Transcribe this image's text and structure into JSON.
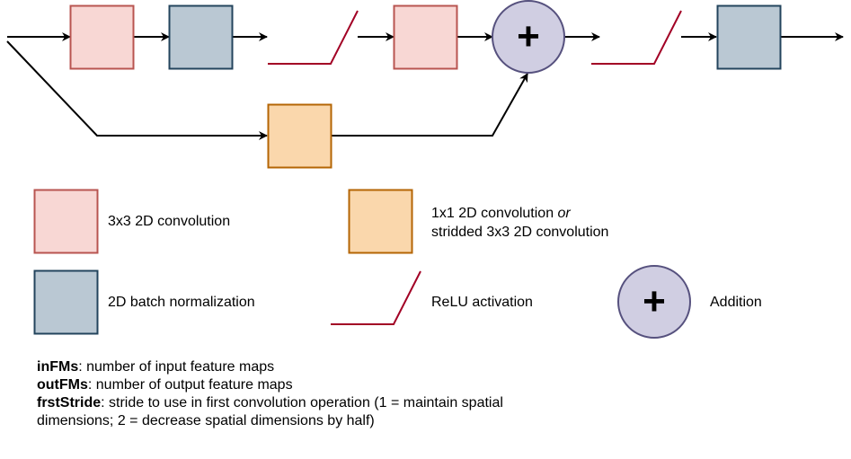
{
  "colors": {
    "conv3x3_fill": "#f8d7d4",
    "conv3x3_stroke": "#b85450",
    "batchnorm_fill": "#bac8d3",
    "batchnorm_stroke": "#23445d",
    "conv1x1_fill": "#fad7ac",
    "conv1x1_stroke": "#b46504",
    "relu_stroke": "#a20025",
    "add_fill": "#d0cee2",
    "add_stroke": "#56517e",
    "arrow": "#000000"
  },
  "diagram": {
    "main_path": [
      "conv3x3",
      "batchnorm",
      "relu",
      "conv3x3",
      "addition",
      "relu",
      "batchnorm"
    ],
    "skip_path": [
      "conv1x1"
    ],
    "addition_symbol": "+"
  },
  "legend": [
    {
      "type": "conv3x3",
      "label": "3x3 2D convolution"
    },
    {
      "type": "conv1x1",
      "label_line1_prefix": "1x1 2D convolution ",
      "label_line1_em": "or",
      "label_line2": "stridded 3x3 2D convolution"
    },
    {
      "type": "batchnorm",
      "label": "2D batch normalization"
    },
    {
      "type": "relu",
      "label": "ReLU activation"
    },
    {
      "type": "addition",
      "label": "Addition",
      "symbol": "+"
    }
  ],
  "notes": [
    {
      "term": "inFMs",
      "text": ": number of input feature maps"
    },
    {
      "term": "outFMs",
      "text": ": number of output feature maps"
    },
    {
      "term": "frstStride",
      "text": ": stride to use in first convolution operation (1 = maintain spatial"
    },
    {
      "term": "",
      "text": "dimensions; 2 = decrease spatial dimensions by half)"
    }
  ]
}
